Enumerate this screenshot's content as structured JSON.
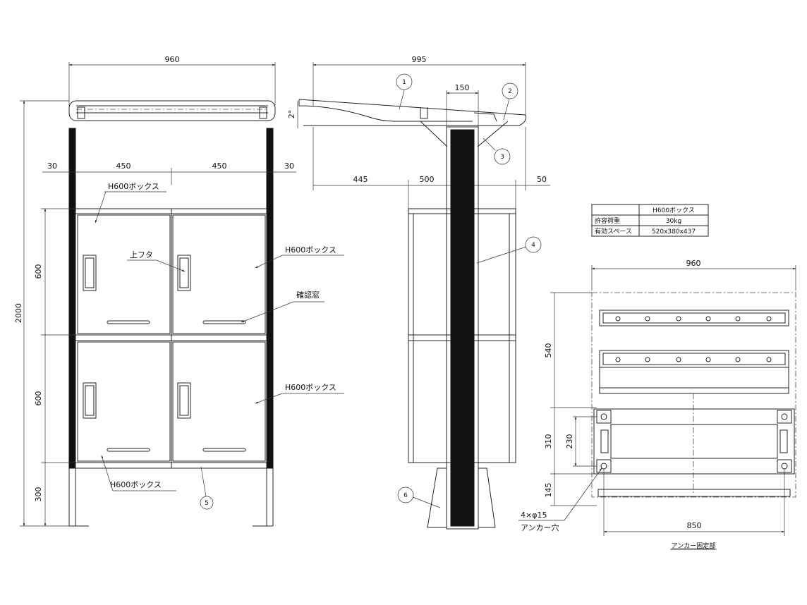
{
  "front_view": {
    "dim_width": "960",
    "dim_left_margin": "30",
    "dim_col_left": "450",
    "dim_col_right": "450",
    "dim_right_margin": "30",
    "dim_height_total": "2000",
    "dim_row_top": "600",
    "dim_row_bottom": "600",
    "dim_leg": "300",
    "label_box_top_left": "H600ボックス",
    "label_lid": "上フタ",
    "label_box_top_right": "H600ボックス",
    "label_window": "確認窓",
    "label_box_bottom_right": "H600ボックス",
    "label_box_bottom_left": "H600ボックス",
    "callout_5": "5"
  },
  "side_view": {
    "dim_depth": "995",
    "dim_post": "150",
    "dim_angle": "2°",
    "dim_front": "445",
    "dim_body": "500",
    "dim_back": "50",
    "callout_1": "1",
    "callout_2": "2",
    "callout_3": "3",
    "callout_4": "4",
    "callout_6": "6"
  },
  "spec_table": {
    "header": "H600ボックス",
    "rows": [
      {
        "label": "許容荷重",
        "value": "30kg"
      },
      {
        "label": "有効スペース",
        "value": "520x380x437"
      }
    ]
  },
  "anchor_view": {
    "dim_width": "960",
    "dim_540": "540",
    "dim_310": "310",
    "dim_230": "230",
    "dim_145": "145",
    "dim_850": "850",
    "label_holes": "4×φ15",
    "label_anchor_hole": "アンカー穴",
    "caption": "アンカー固定部"
  }
}
